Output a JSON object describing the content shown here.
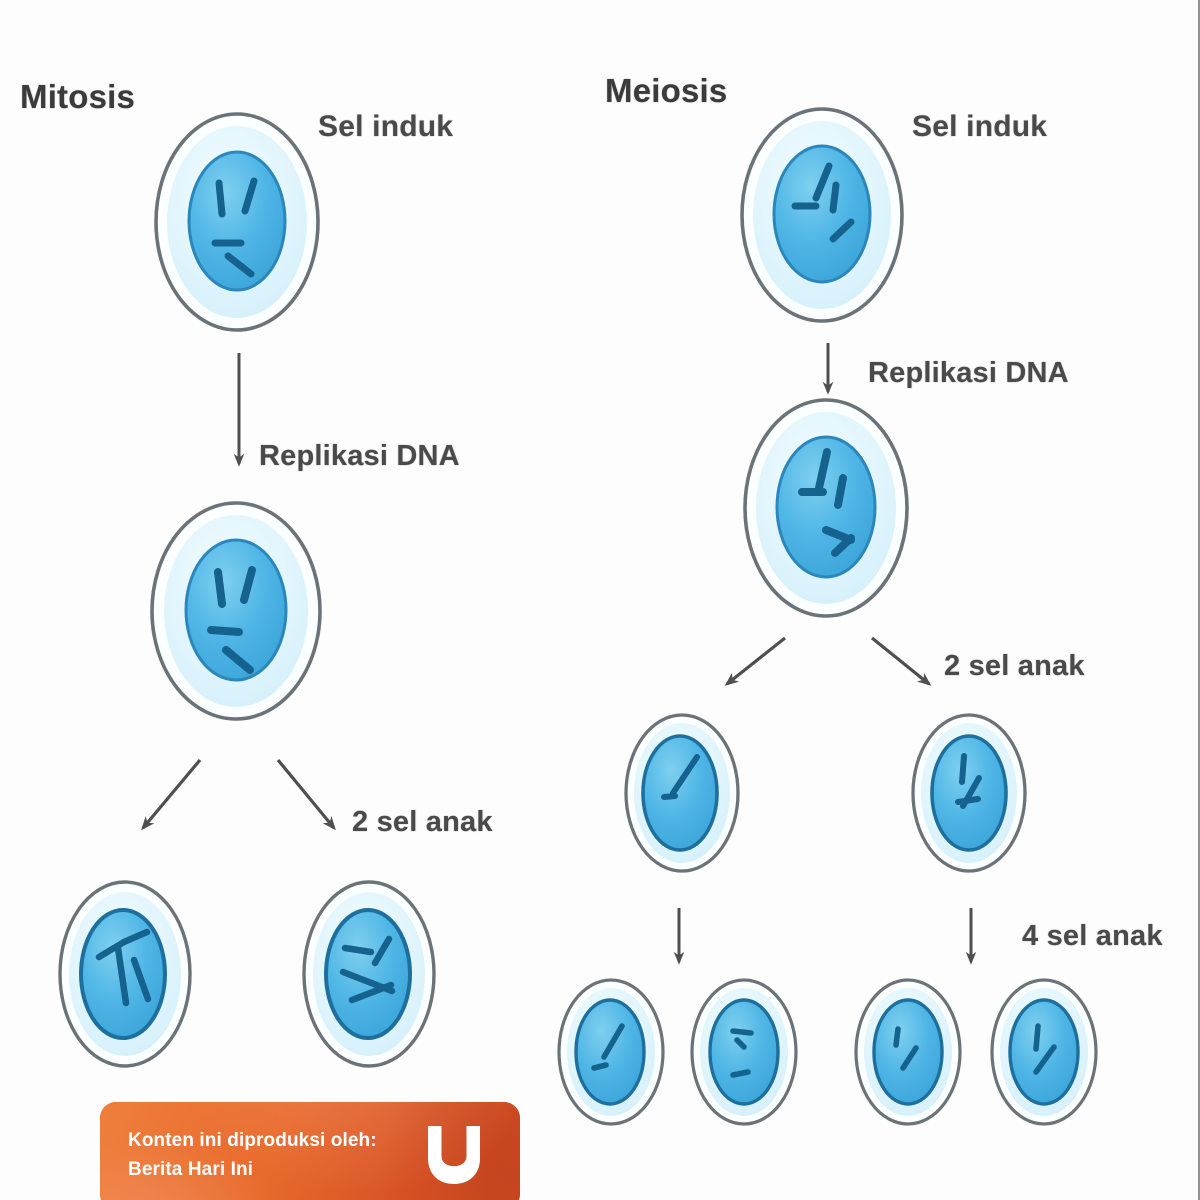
{
  "diagram": {
    "title_mitosis": "Mitosis",
    "title_meiosis": "Meiosis",
    "background_color": "#fdfdfd",
    "cell_outline_color": "#6b7378",
    "cytoplasm_color": "#fbfeff",
    "halo_color": "#d8f1fb",
    "nucleus_color": "#4cb3e4",
    "nucleus_edge_color": "#1d6f9e",
    "chromosome_color": "#15628f",
    "arrow_color": "#5a5a5a",
    "label_color": "#4a4a4a"
  },
  "mitosis": {
    "title": "Mitosis",
    "parent_label": "Sel induk",
    "replication_label": "Replikasi DNA",
    "daughter_label": "2 sel anak",
    "stages": [
      {
        "name": "parent-cell",
        "cells": 1,
        "chromosomes": 4
      },
      {
        "name": "replicated-cell",
        "cells": 1,
        "chromosomes": 4
      },
      {
        "name": "daughter-cells",
        "cells": 2,
        "chromosomes": 4
      }
    ]
  },
  "meiosis": {
    "title": "Meiosis",
    "parent_label": "Sel induk",
    "replication_label": "Replikasi DNA",
    "daughter_label_2": "2 sel anak",
    "daughter_label_4": "4 sel anak",
    "stages": [
      {
        "name": "parent-cell",
        "cells": 1,
        "chromosomes": 4
      },
      {
        "name": "replicated-cell",
        "cells": 1,
        "chromosomes": 4
      },
      {
        "name": "intermediate-cells",
        "cells": 2,
        "chromosomes": 2
      },
      {
        "name": "final-cells",
        "cells": 4,
        "chromosomes": 2
      }
    ]
  },
  "attribution": {
    "line1": "Konten ini diproduksi oleh:",
    "line2": "Berita Hari Ini",
    "logo": "kumparan-u-logo",
    "background_color": "#e2642a",
    "text_color": "#ffffff"
  }
}
